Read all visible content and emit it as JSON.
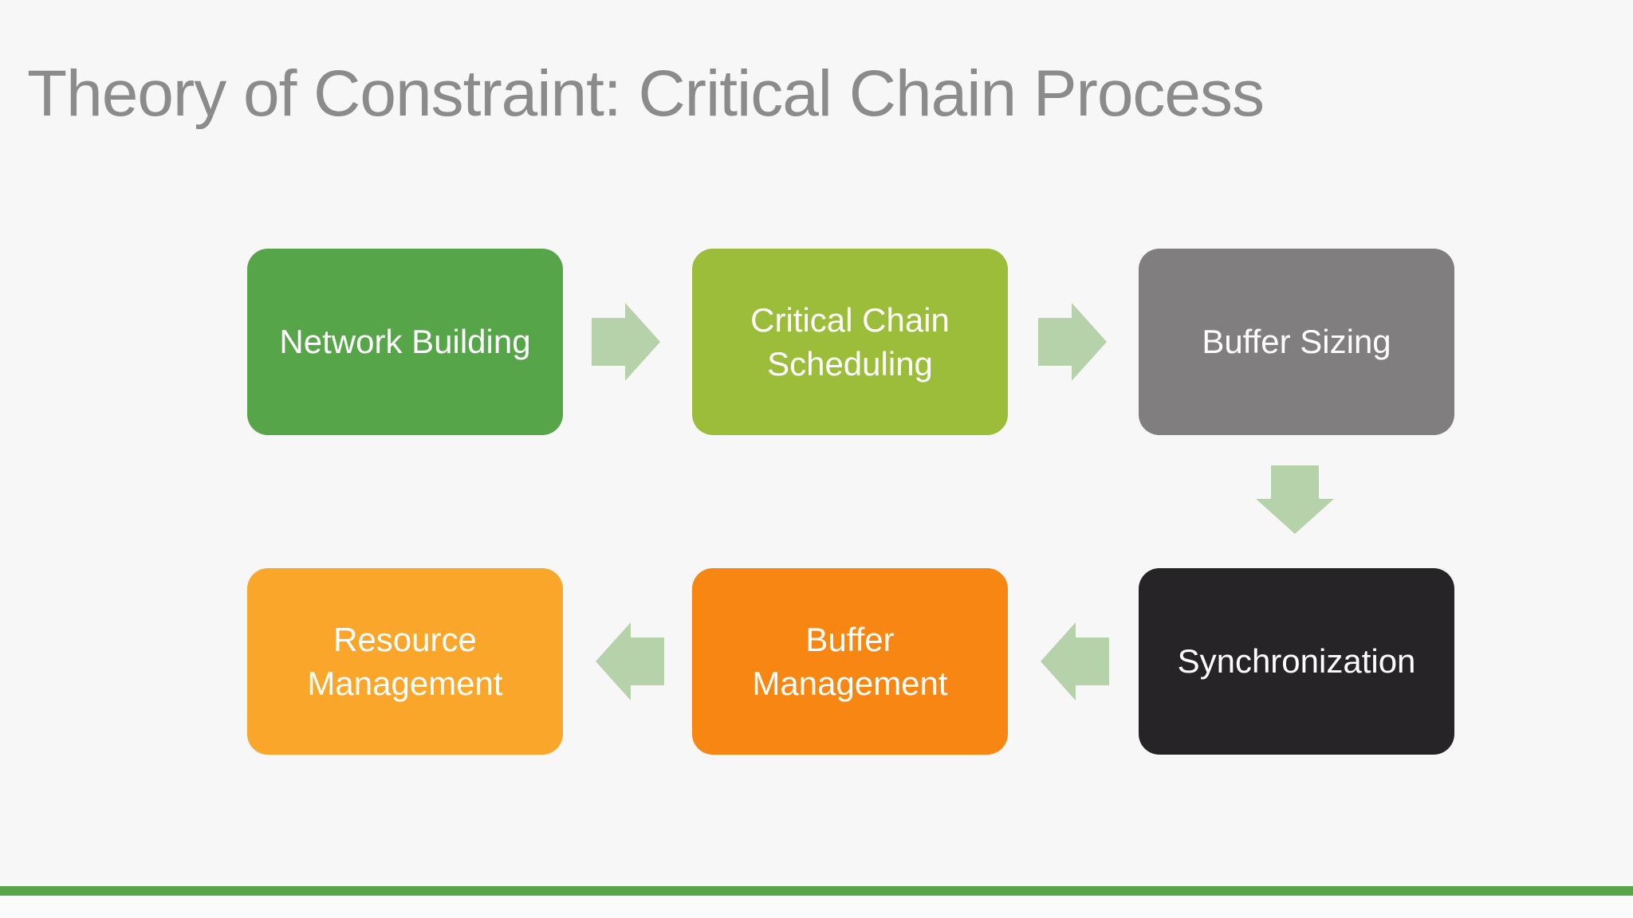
{
  "slide": {
    "title": "Theory of Constraint: Critical Chain Process",
    "title_color": "#8b8b8b",
    "background_color": "#f8f7f7",
    "accent_bar_color": "#57a546"
  },
  "diagram": {
    "type": "process-flow",
    "arrow_color": "#b6d2ab",
    "boxes": [
      {
        "id": "network-building",
        "label": "Network Building",
        "color": "#56a548",
        "row": 1,
        "col": 1
      },
      {
        "id": "critical-chain-scheduling",
        "label": "Critical Chain Scheduling",
        "color": "#9cbd3a",
        "row": 1,
        "col": 2
      },
      {
        "id": "buffer-sizing",
        "label": "Buffer Sizing",
        "color": "#807e7f",
        "row": 1,
        "col": 3
      },
      {
        "id": "synchronization",
        "label": "Synchronization",
        "color": "#262427",
        "row": 2,
        "col": 3
      },
      {
        "id": "buffer-management",
        "label": "Buffer Management",
        "color": "#f78613",
        "row": 2,
        "col": 2
      },
      {
        "id": "resource-management",
        "label": "Resource Management",
        "color": "#f9a62a",
        "row": 2,
        "col": 1
      }
    ],
    "arrows": [
      {
        "from": "network-building",
        "to": "critical-chain-scheduling",
        "direction": "right"
      },
      {
        "from": "critical-chain-scheduling",
        "to": "buffer-sizing",
        "direction": "right"
      },
      {
        "from": "buffer-sizing",
        "to": "synchronization",
        "direction": "down"
      },
      {
        "from": "synchronization",
        "to": "buffer-management",
        "direction": "left"
      },
      {
        "from": "buffer-management",
        "to": "resource-management",
        "direction": "left"
      }
    ]
  }
}
